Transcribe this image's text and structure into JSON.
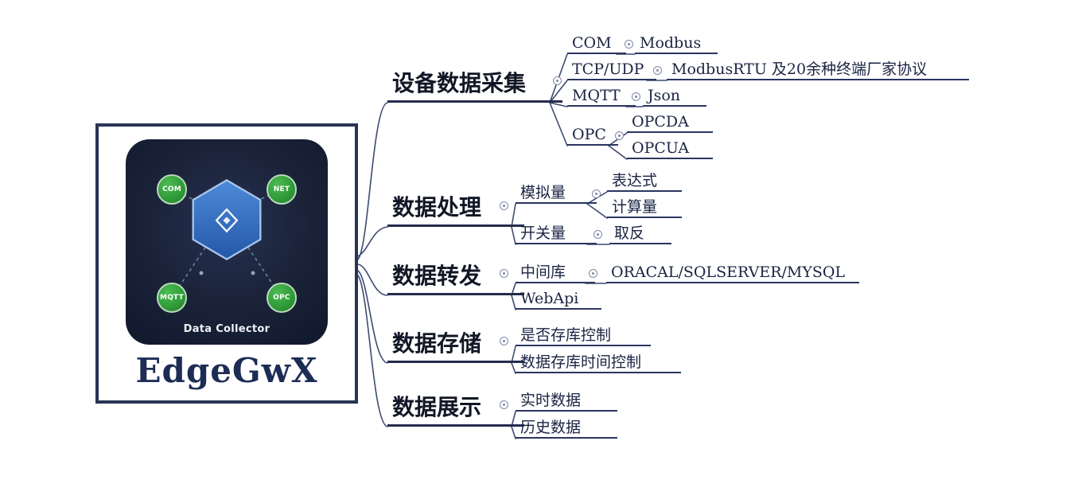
{
  "root": {
    "title": "EdgeGwX",
    "caption": "Data Collector",
    "badges": {
      "com": "COM",
      "net": "NET",
      "mqtt": "MQTT",
      "opc": "OPC"
    }
  },
  "branches": [
    {
      "label": "设备数据采集",
      "children": [
        {
          "label": "COM",
          "children": [
            {
              "label": "Modbus"
            }
          ]
        },
        {
          "label": "TCP/UDP",
          "children": [
            {
              "label": "ModbusRTU 及20余种终端厂家协议"
            }
          ]
        },
        {
          "label": "MQTT",
          "children": [
            {
              "label": "Json"
            }
          ]
        },
        {
          "label": "OPC",
          "children": [
            {
              "label": "OPCDA"
            },
            {
              "label": "OPCUA"
            }
          ]
        }
      ]
    },
    {
      "label": "数据处理",
      "children": [
        {
          "label": "模拟量",
          "children": [
            {
              "label": "表达式"
            },
            {
              "label": "计算量"
            }
          ]
        },
        {
          "label": "开关量",
          "children": [
            {
              "label": "取反"
            }
          ]
        }
      ]
    },
    {
      "label": "数据转发",
      "children": [
        {
          "label": "中间库",
          "children": [
            {
              "label": "ORACAL/SQLSERVER/MYSQL"
            }
          ]
        },
        {
          "label": "WebApi",
          "children": []
        }
      ]
    },
    {
      "label": "数据存储",
      "children": [
        {
          "label": "是否存库控制",
          "children": []
        },
        {
          "label": "数据存库时间控制",
          "children": []
        }
      ]
    },
    {
      "label": "数据展示",
      "children": [
        {
          "label": "实时数据",
          "children": []
        },
        {
          "label": "历史数据",
          "children": []
        }
      ]
    }
  ],
  "colors": {
    "connector": "#3c4a70",
    "underline": "#232c4e",
    "badge_green": "#2f9a37",
    "hexagon_blue": "#3b74c4",
    "tile_navy": "#1a2238"
  }
}
